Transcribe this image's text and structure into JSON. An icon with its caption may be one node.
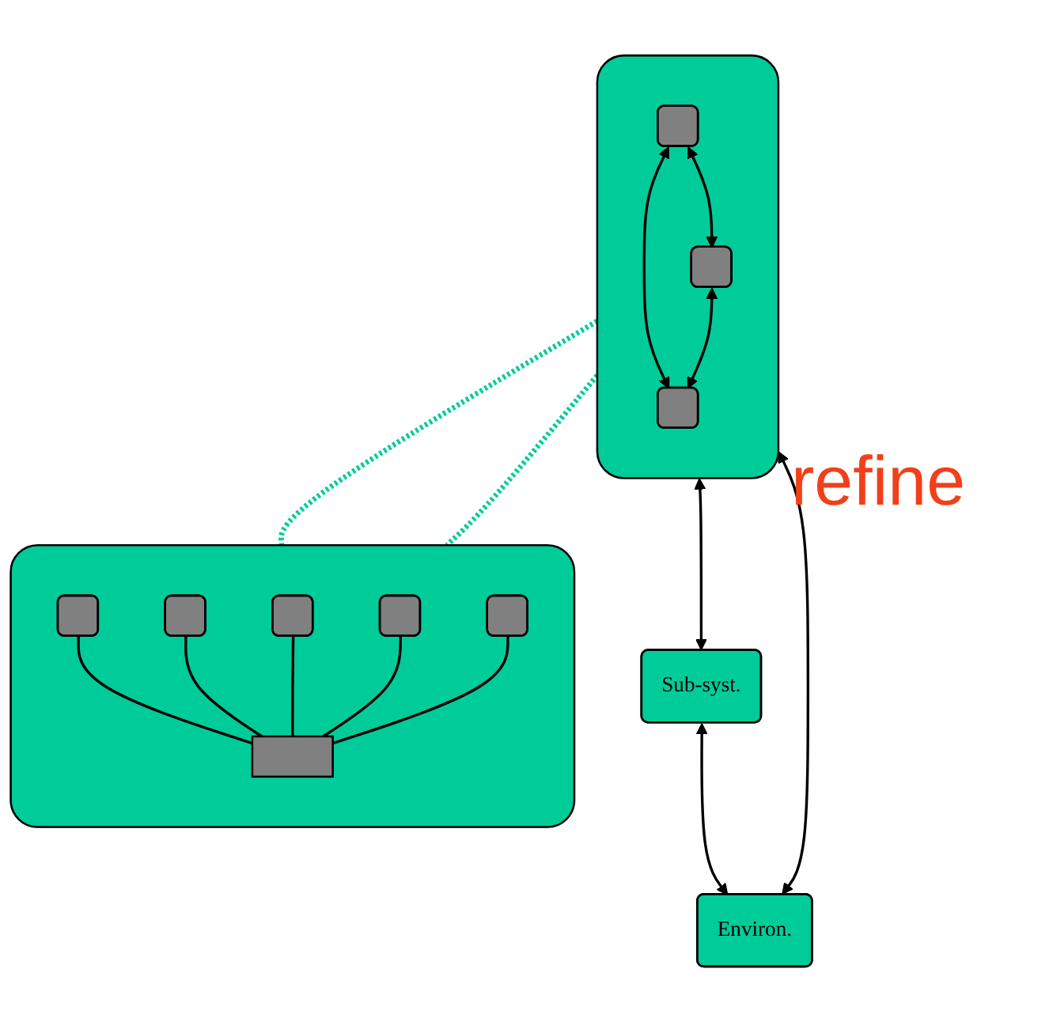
{
  "diagram": {
    "nodes": [
      {
        "text": [],
        "shape": "box"
      },
      {
        "text": [],
        "shape": "box",
        "in": 0
      },
      {
        "text": [],
        "shape": "box",
        "in": 0
      },
      {
        "text": [],
        "shape": "box",
        "in": 0
      },
      {
        "text": [
          "Sub-syst."
        ]
      },
      {
        "text": [
          "Environ."
        ]
      },
      {
        "text": [],
        "shape": "box"
      },
      {
        "text": [],
        "shape": "box",
        "in": 6
      },
      {
        "text": [],
        "shape": "box",
        "in": 6
      },
      {
        "text": [],
        "shape": "box",
        "in": 6
      },
      {
        "text": [],
        "shape": "box",
        "in": 6
      },
      {
        "text": [],
        "shape": "box",
        "in": 6
      },
      {
        "text": [],
        "shape": "bar",
        "in": 6
      }
    ],
    "edges": [
      {
        "from": 1,
        "to": 2,
        "arrow": "both"
      },
      {
        "from": 1,
        "to": 3,
        "arrow": "both"
      },
      {
        "from": 2,
        "to": 3,
        "arrow": "both"
      },
      {
        "from": 0,
        "to": 4,
        "arrow": "both"
      },
      {
        "from": 0,
        "to": 5,
        "arrow": "both"
      },
      {
        "from": 4,
        "to": 5,
        "arrow": "both"
      },
      {
        "from": 0,
        "to": 6,
        "arrow": "none",
        "style": "dashed",
        "color": "#00cc99"
      },
      {
        "from": 0,
        "to": 6,
        "arrow": "none",
        "style": "dashed",
        "color": "#00cc99"
      },
      {
        "from": 7,
        "to": 12,
        "arrow": "none"
      },
      {
        "from": 8,
        "to": 12,
        "arrow": "none"
      },
      {
        "from": 9,
        "to": 12,
        "arrow": "none"
      },
      {
        "from": 10,
        "to": 12,
        "arrow": "none"
      },
      {
        "from": 11,
        "to": 12,
        "arrow": "none"
      }
    ],
    "labels": [
      "refine"
    ]
  }
}
